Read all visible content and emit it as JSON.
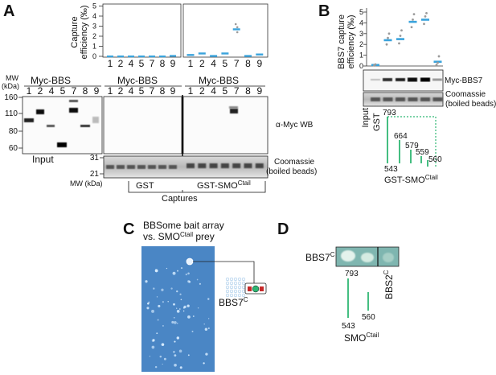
{
  "panel_labels": {
    "a": "A",
    "b": "B",
    "c": "C",
    "d": "D"
  },
  "colors": {
    "accent_blue": "#3aa3dc",
    "dot_grey": "#9a9a9a",
    "line_green": "#2fb673",
    "plate_blue": "#4a86c5",
    "yeast_bg": "#7fb6b0"
  },
  "panel_a": {
    "ylabel_line1": "Capture",
    "ylabel_line2": "efficiency (‰)",
    "yticks": [
      "5",
      "4",
      "3",
      "2",
      "1",
      "0"
    ],
    "lanes": [
      "1",
      "2",
      "4",
      "5",
      "7",
      "8",
      "9"
    ],
    "input_lanes": [
      "1",
      "2",
      "4",
      "5",
      "7",
      "8",
      "9"
    ],
    "myc_bbs": "Myc-BBS",
    "mw_label": "MW",
    "mw_unit": "(kDa)",
    "mw_blot": [
      "160",
      "110",
      "80",
      "60"
    ],
    "mw_gel": [
      "31",
      "21"
    ],
    "input_label": "Input",
    "wb_label": "α-Myc WB",
    "coomassie": "Coomassie",
    "boiled": "(boiled beads)",
    "mw_bottom": "MW (kDa)",
    "gst": "GST",
    "gst_smo": "GST-SMO",
    "ctail": "Ctail",
    "captures": "Captures"
  },
  "panel_b": {
    "ylabel_line1": "BBS7 capture",
    "ylabel_line2": "efficiency (‰)",
    "yticks": [
      "5",
      "4",
      "3",
      "2",
      "1",
      "0"
    ],
    "blot_label": "Myc-BBS7",
    "coomassie": "Coomassie",
    "boiled": "(boiled beads)",
    "input_label": "Input",
    "gst": "GST",
    "residues": [
      "793",
      "664",
      "579",
      "559",
      "560",
      "543"
    ],
    "gst_smo": "GST-SMO",
    "ctail": "Ctail"
  },
  "panel_c": {
    "title_line1": "BBSome bait array",
    "title_line2": "vs. SMO",
    "title_sup": "Ctail",
    "title_end": " prey",
    "bbs7": "BBS7",
    "sup": "C"
  },
  "panel_d": {
    "bbs7": "BBS7",
    "bbs2": "BBS2",
    "sup": "C",
    "residues": [
      "793",
      "543",
      "560"
    ],
    "smo": "SMO",
    "ctail": "Ctail"
  },
  "chart_data": [
    {
      "type": "scatter",
      "title": "",
      "ylabel": "Capture efficiency (‰)",
      "categories": [
        "1",
        "2",
        "4",
        "5",
        "7",
        "8",
        "9"
      ],
      "ylim": [
        0,
        5
      ],
      "series": [
        {
          "name": "GST",
          "means": [
            0.0,
            0.0,
            0.0,
            0.0,
            0.0,
            0.0,
            0.05
          ]
        },
        {
          "name": "GST-SMO Ctail",
          "means": [
            0.15,
            0.3,
            0.05,
            0.3,
            2.7,
            0.05,
            0.2
          ]
        }
      ]
    },
    {
      "type": "scatter",
      "title": "",
      "ylabel": "BBS7 capture efficiency (‰)",
      "categories": [
        "GST",
        "793",
        "664",
        "579",
        "559",
        "560"
      ],
      "ylim": [
        0,
        5
      ],
      "series": [
        {
          "name": "BBS7",
          "means": [
            0.1,
            2.4,
            2.5,
            4.1,
            4.3,
            0.4
          ],
          "points": [
            [
              0.05,
              0.15
            ],
            [
              2.0,
              2.6,
              3.0
            ],
            [
              2.1,
              2.8,
              3.3
            ],
            [
              3.6,
              4.3,
              4.8
            ],
            [
              3.9,
              4.6,
              4.9
            ],
            [
              0.1,
              0.3,
              0.9
            ]
          ]
        }
      ]
    }
  ]
}
